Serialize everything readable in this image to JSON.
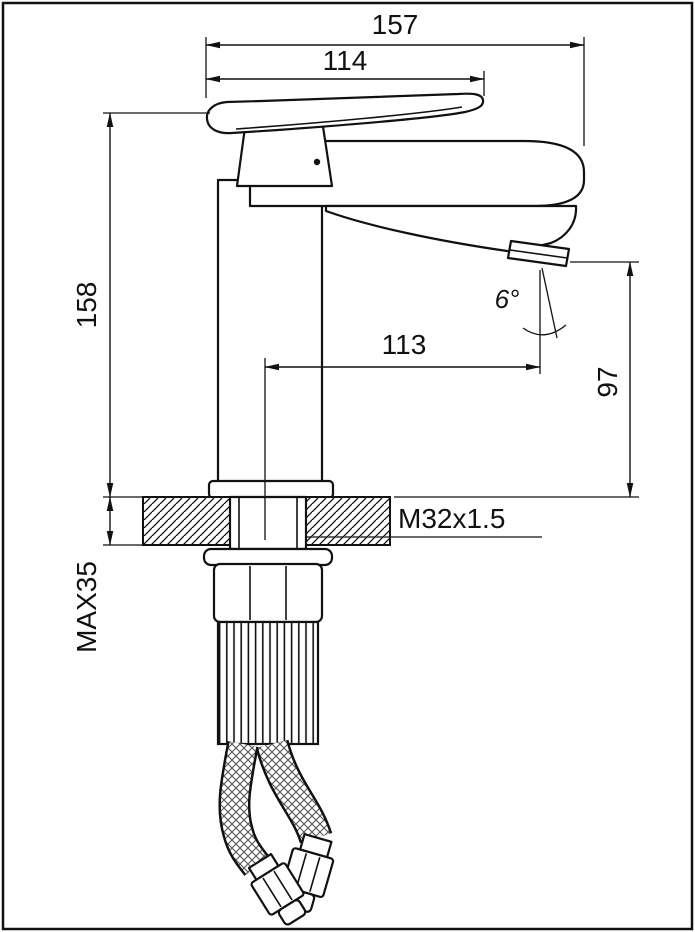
{
  "meta": {
    "ink_color": "#111111",
    "background_color": "#ffffff"
  },
  "dims": {
    "total_width": "157",
    "handle_width": "114",
    "body_height": "158",
    "spout_reach": "113",
    "outlet_height": "97",
    "spout_angle": "6°",
    "thread_spec": "M32x1.5",
    "max_thickness": "MAX35"
  }
}
